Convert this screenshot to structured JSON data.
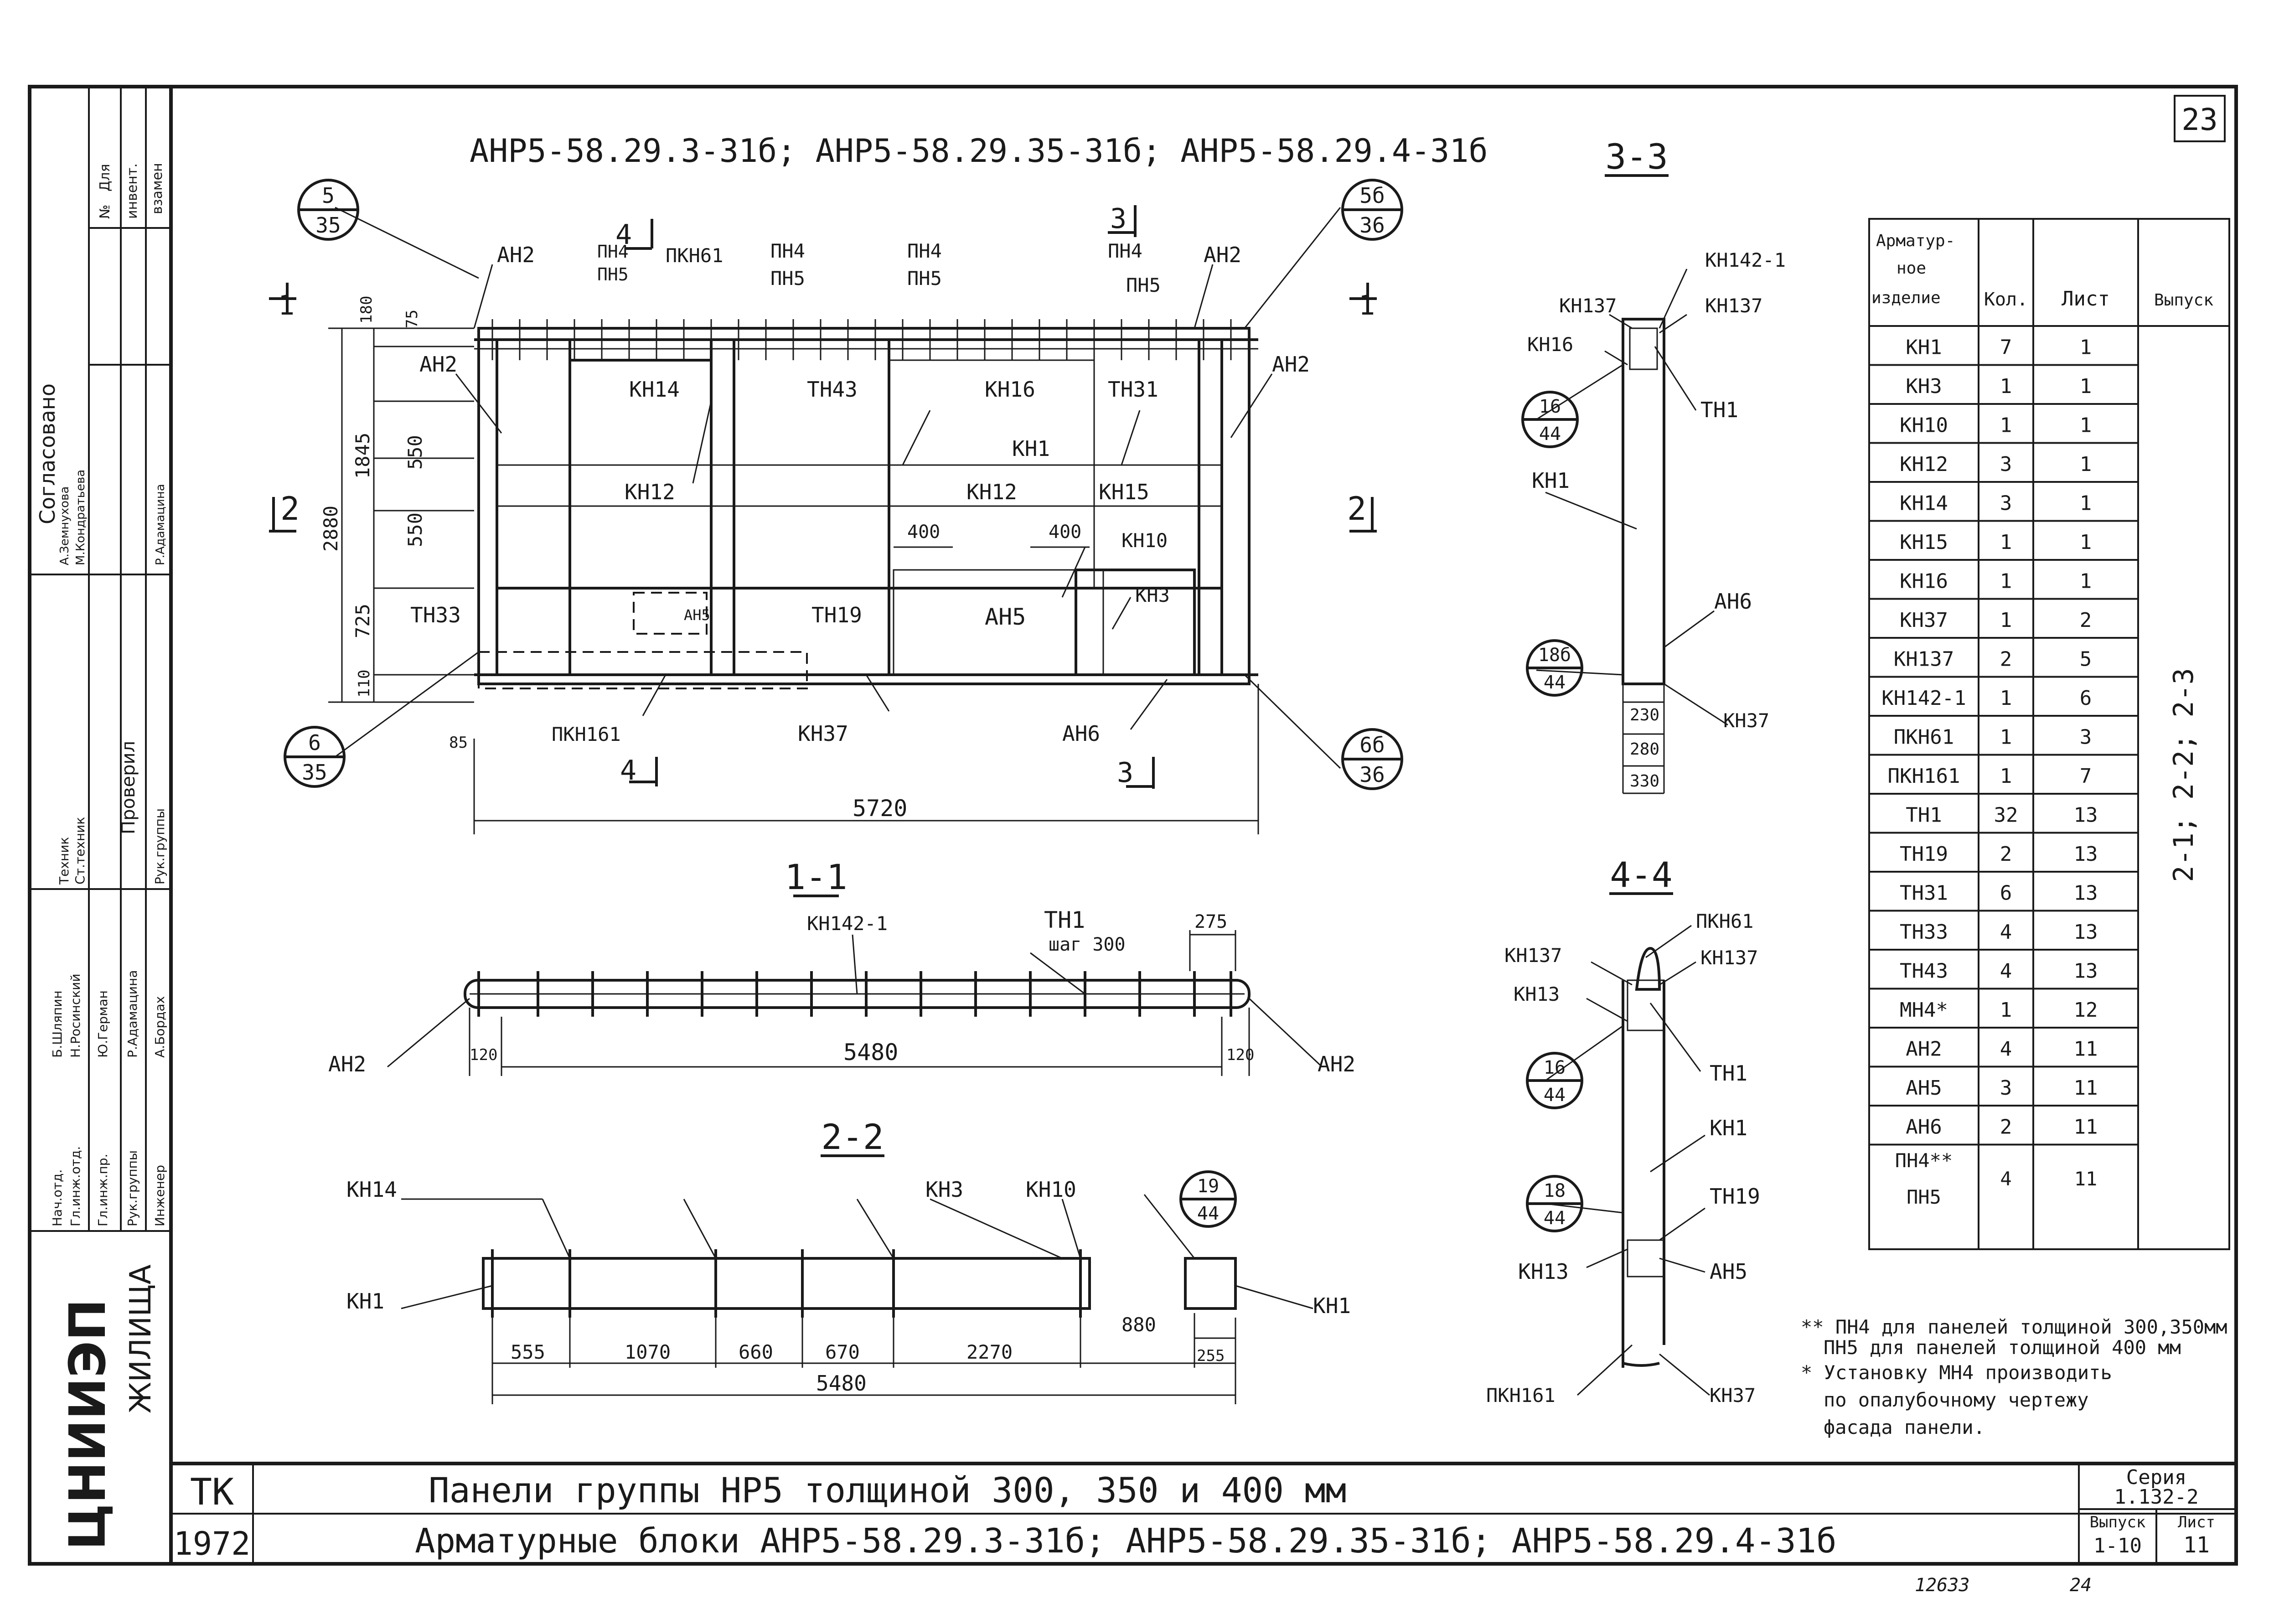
{
  "sheet": {
    "number": "23",
    "header_title": "АНР5-58.29.3-31б;  АНР5-58.29.35-31б;  АНР5-58.29.4-31б",
    "bottom_numbers": [
      "12633",
      "24"
    ]
  },
  "stamp": {
    "org": "ТК",
    "year": "1972",
    "line1": "Панели  группы  НР5  толщиной   300, 350  и  400 мм",
    "line2": "Арматурные  блоки  АНР5-58.29.3-31б;  АНР5-58.29.35-31б;  АНР5-58.29.4-31б",
    "series_label": "Серия",
    "series_value": "1.132-2",
    "issue_label": "Выпуск",
    "issue_value": "1-10",
    "sheet_label": "Лист",
    "sheet_value": "11",
    "institute": "ЦНИИЭП",
    "institute_sub": "ЖИЛИЩА"
  },
  "side_block": {
    "agreed": "Согласовано",
    "checked": "Проверил",
    "roles": [
      "Нач.отд.",
      "Гл.инж.отд.",
      "Гл.инж.пр.",
      "Рук.группы",
      "Инженер"
    ],
    "names": [
      "Б.Шляпин",
      "Н.Росинский",
      "Ю.Герман",
      "Р.Адамацина",
      "А.Бордах"
    ],
    "roles2": [
      "Техник",
      "Ст.техник",
      "Рук.группы"
    ],
    "names2": [
      "А.Земнухова",
      "М.Кондратьева",
      "Р.Адамацина"
    ],
    "inv": [
      "Для",
      "инвент.",
      "№",
      "взамен"
    ]
  },
  "sections": {
    "s33": "3-3",
    "s11": "1-1",
    "s22": "2-2",
    "s44": "4-4"
  },
  "elevation_labels": {
    "cut1l": "1",
    "cut1r": "1",
    "cut2l": "2",
    "cut2r": "2",
    "cut3t": "3",
    "cut3b": "3",
    "cut4t": "4",
    "cut4b": "4",
    "an2a": "АН2",
    "an2b": "АН2",
    "an2c": "АН2",
    "pn4a": "ПН4",
    "pn5a": "ПН5",
    "pkn61": "ПКН61",
    "pn4b": "ПН4",
    "pn5b": "ПН5",
    "pn4c": "ПН4",
    "pn5c": "ПН5",
    "pn4d": "ПН4",
    "pn5d": "ПН5",
    "kn14": "КН14",
    "tn43": "ТН43",
    "kn16": "КН16",
    "tn31": "ТН31",
    "kn1": "КН1",
    "kn12a": "КН12",
    "kn12b": "КН12",
    "kn15": "КН15",
    "kn10": "КН10",
    "kn3": "КН3",
    "an5a": "АН5",
    "an5b": "АН5",
    "tn33": "ТН33",
    "tn19": "ТН19",
    "an6": "АН6",
    "pkn161": "ПКН161",
    "kn37": "КН37",
    "d180": "180",
    "d75": "75",
    "d1845": "1845",
    "d2880": "2880",
    "d550a": "550",
    "d550b": "550",
    "d725": "725",
    "d110": "110",
    "d85": "85",
    "d400a": "400",
    "d400b": "400",
    "d5720": "5720",
    "b5": "5",
    "b35a": "35",
    "b5b": "5б",
    "b36a": "36",
    "b6": "6",
    "b35b": "35",
    "b6b": "6б",
    "b36b": "36"
  },
  "sec11_labels": {
    "kn142": "КН142-1",
    "tn1": "ТН1",
    "step": "шаг 300",
    "d275": "275",
    "an2l": "АН2",
    "an2r": "АН2",
    "d120l": "120",
    "d5480": "5480",
    "d120r": "120"
  },
  "sec22_labels": {
    "kn14": "КН14",
    "kn3": "КН3",
    "kn10": "КН10",
    "b19": "19",
    "b44": "44",
    "kn1l": "КН1",
    "kn1r": "КН1",
    "dims": [
      "555",
      "1070",
      "660",
      "670",
      "2270"
    ],
    "d880": "880",
    "d255": "255",
    "d5480": "5480"
  },
  "sec33_labels": {
    "kn142": "КН142-1",
    "kn137l": "КН137",
    "kn137r": "КН137",
    "kn16": "КН16",
    "tn1": "ТН1",
    "b16": "16",
    "b44a": "44",
    "kn1": "КН1",
    "an6": "АН6",
    "b18b": "18б",
    "b44b": "44",
    "kn37": "КН37",
    "d230": "230",
    "d280": "280",
    "d330": "330"
  },
  "sec44_labels": {
    "pkn61": "ПКН61",
    "kn137l": "КН137",
    "kn137r": "КН137",
    "kn13a": "КН13",
    "b16": "16",
    "b44a": "44",
    "tn1": "ТН1",
    "kn1": "КН1",
    "b18": "18",
    "b44b": "44",
    "tn19": "ТН19",
    "kn13b": "КН13",
    "an5": "АН5",
    "pkn161": "ПКН161",
    "kn37": "КН37"
  },
  "spec_table": {
    "headers": [
      "Арматур-ное изделие",
      "Кол.",
      "Лист",
      "Выпуск"
    ],
    "issue_value": "2-1; 2-2; 2-3",
    "rows": [
      [
        "КН1",
        "7",
        "1"
      ],
      [
        "КН3",
        "1",
        "1"
      ],
      [
        "КН10",
        "1",
        "1"
      ],
      [
        "КН12",
        "3",
        "1"
      ],
      [
        "КН14",
        "3",
        "1"
      ],
      [
        "КН15",
        "1",
        "1"
      ],
      [
        "КН16",
        "1",
        "1"
      ],
      [
        "КН37",
        "1",
        "2"
      ],
      [
        "КН137",
        "2",
        "5"
      ],
      [
        "КН142-1",
        "1",
        "6"
      ],
      [
        "ПКН61",
        "1",
        "3"
      ],
      [
        "ПКН161",
        "1",
        "7"
      ],
      [
        "ТН1",
        "32",
        "13"
      ],
      [
        "ТН19",
        "2",
        "13"
      ],
      [
        "ТН31",
        "6",
        "13"
      ],
      [
        "ТН33",
        "4",
        "13"
      ],
      [
        "ТН43",
        "4",
        "13"
      ],
      [
        "МН4*",
        "1",
        "12"
      ],
      [
        "АН2",
        "4",
        "11"
      ],
      [
        "АН5",
        "3",
        "11"
      ],
      [
        "АН6",
        "2",
        "11"
      ]
    ],
    "last_row": {
      "name1": "ПН4**",
      "name2": "ПН5",
      "qty": "4",
      "sheet": "11"
    }
  },
  "notes": [
    "** ПН4 для панелей толщиной 300,350мм",
    "ПН5 для панелей толщиной 400 мм",
    "* Установку МН4 производить",
    "по опалубочному чертежу",
    "фасада панели."
  ]
}
